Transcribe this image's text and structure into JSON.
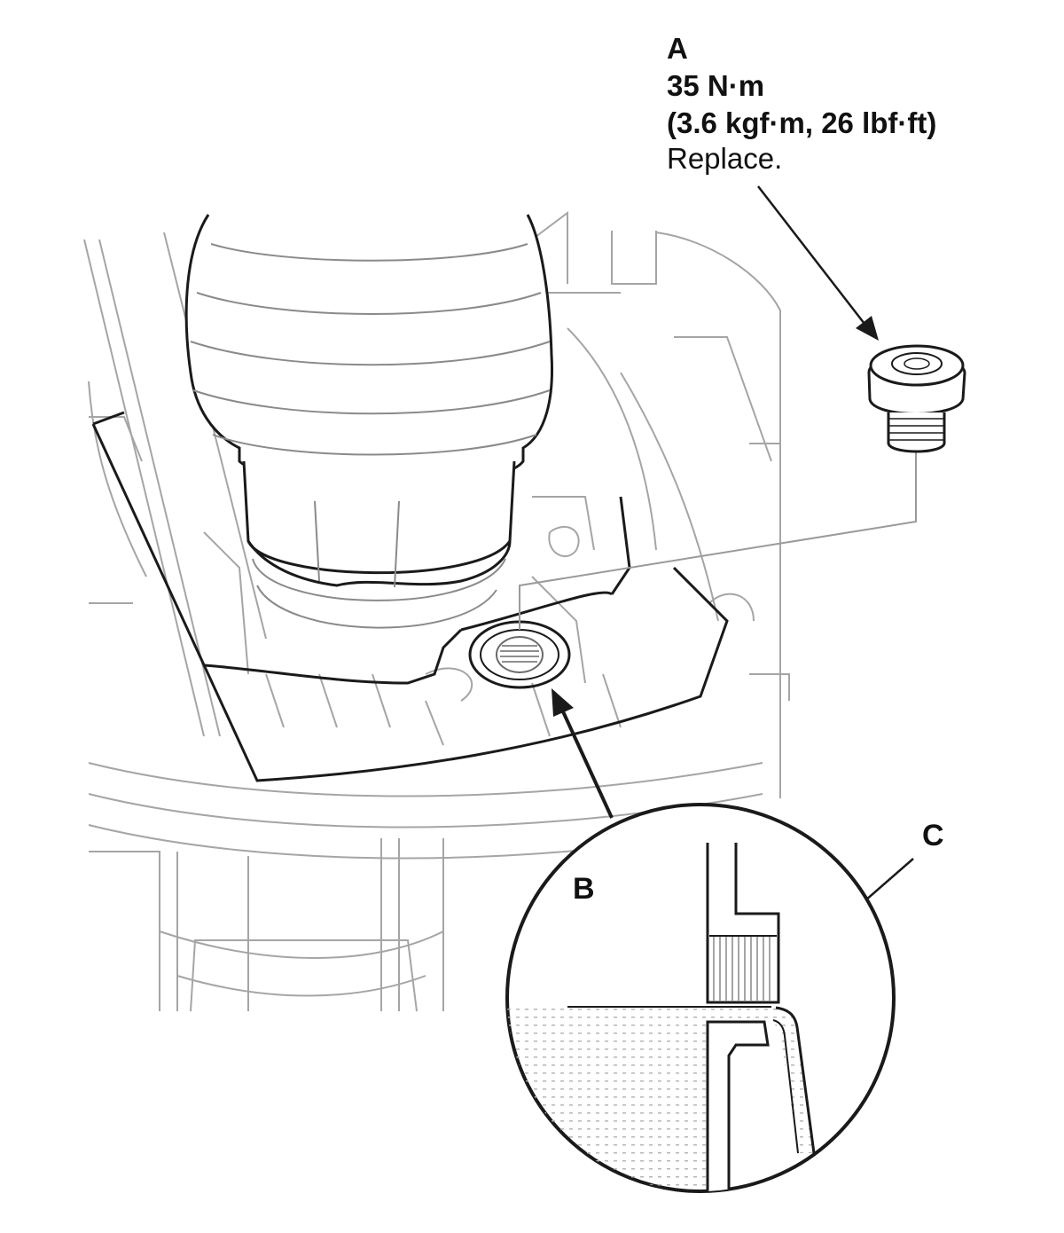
{
  "callout_a": {
    "label": "A",
    "torque_nm": "35 N·m",
    "torque_alt": "(3.6 kgf·m, 26 lbf·ft)",
    "instruction": "Replace."
  },
  "callout_b": {
    "label": "B"
  },
  "callout_c": {
    "label": "C"
  },
  "colors": {
    "line_dark": "#1a1a1a",
    "line_light": "#9a9a9a",
    "background": "#ffffff"
  }
}
